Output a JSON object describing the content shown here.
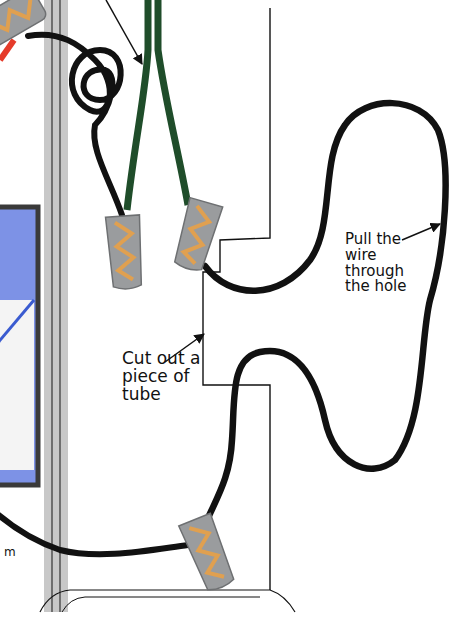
{
  "diagram": {
    "labels": [
      "Pull the wire through the hole",
      "Cut out a piece of tube",
      "m"
    ]
  }
}
